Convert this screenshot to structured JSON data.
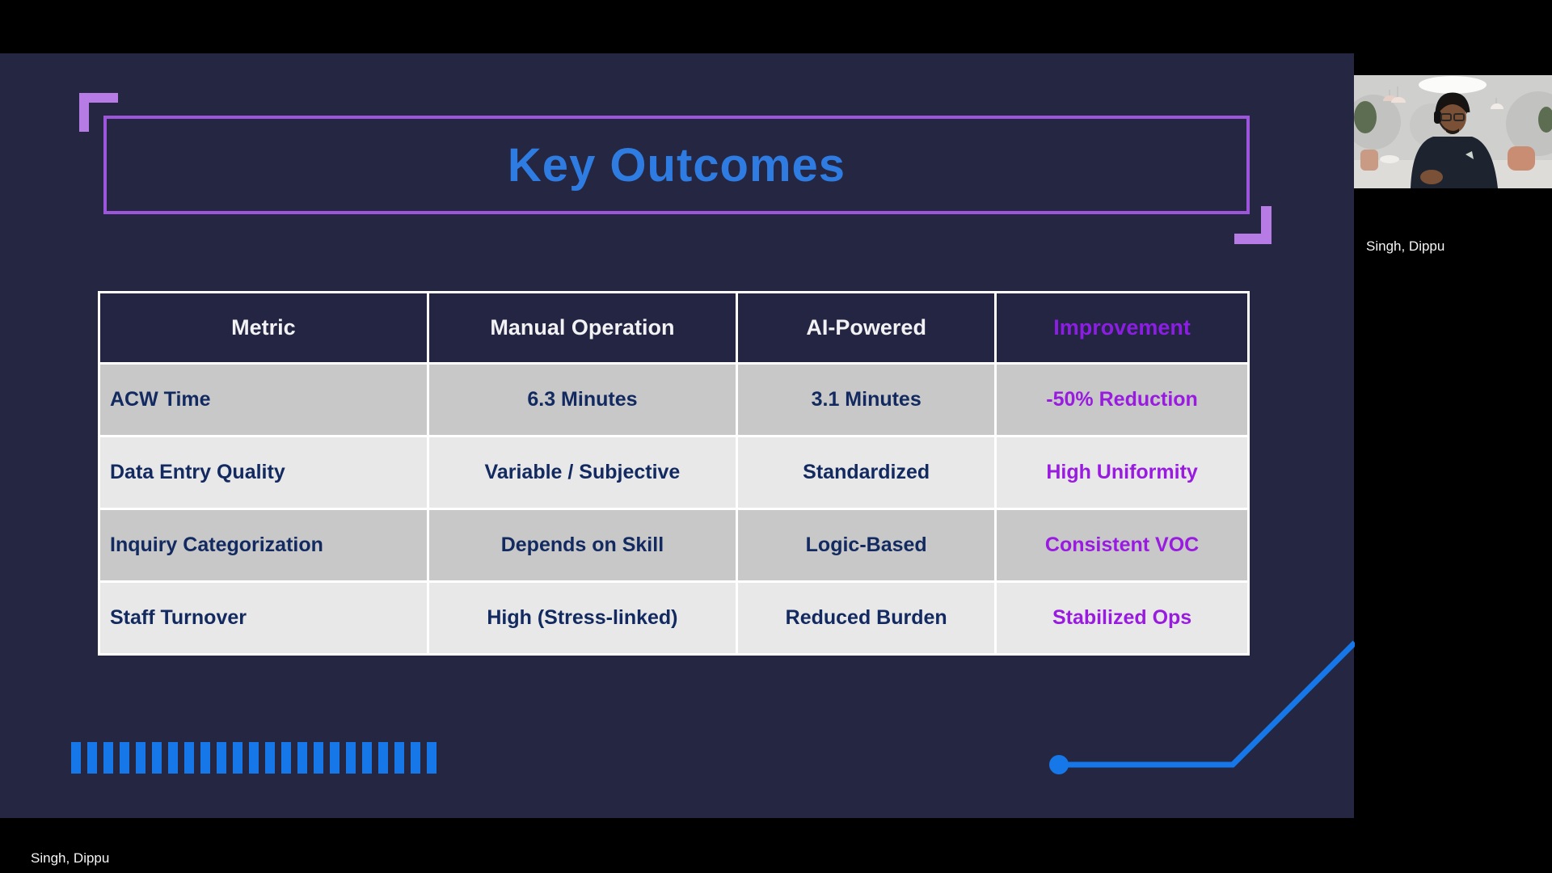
{
  "meeting": {
    "participant_name": "Singh, Dippu",
    "presenter_name": "Singh, Dippu"
  },
  "slide": {
    "title": "Key Outcomes",
    "table": {
      "columns": [
        "Metric",
        "Manual Operation",
        "AI-Powered",
        "Improvement"
      ],
      "rows": [
        {
          "metric": "ACW Time",
          "manual": "6.3 Minutes",
          "ai": "3.1 Minutes",
          "improvement": "-50% Reduction"
        },
        {
          "metric": "Data Entry Quality",
          "manual": "Variable / Subjective",
          "ai": "Standardized",
          "improvement": "High Uniformity"
        },
        {
          "metric": "Inquiry Categorization",
          "manual": "Depends on Skill",
          "ai": "Logic-Based",
          "improvement": "Consistent VOC"
        },
        {
          "metric": "Staff Turnover",
          "manual": "High (Stress-linked)",
          "ai": "Reduced Burden",
          "improvement": "Stabilized Ops"
        }
      ]
    },
    "decor": {
      "bar_count": 23
    },
    "colors": {
      "slide_bg": "#252642",
      "title_blue": "#2e7ce2",
      "border_purple": "#9d55dc",
      "bracket_purple": "#b77be6",
      "improvement_purple": "#991be0",
      "cell_navy": "#132a60",
      "row_gray_dark": "#c8c8c8",
      "row_gray_light": "#e8e8e8",
      "deco_blue": "#1677e8"
    }
  }
}
